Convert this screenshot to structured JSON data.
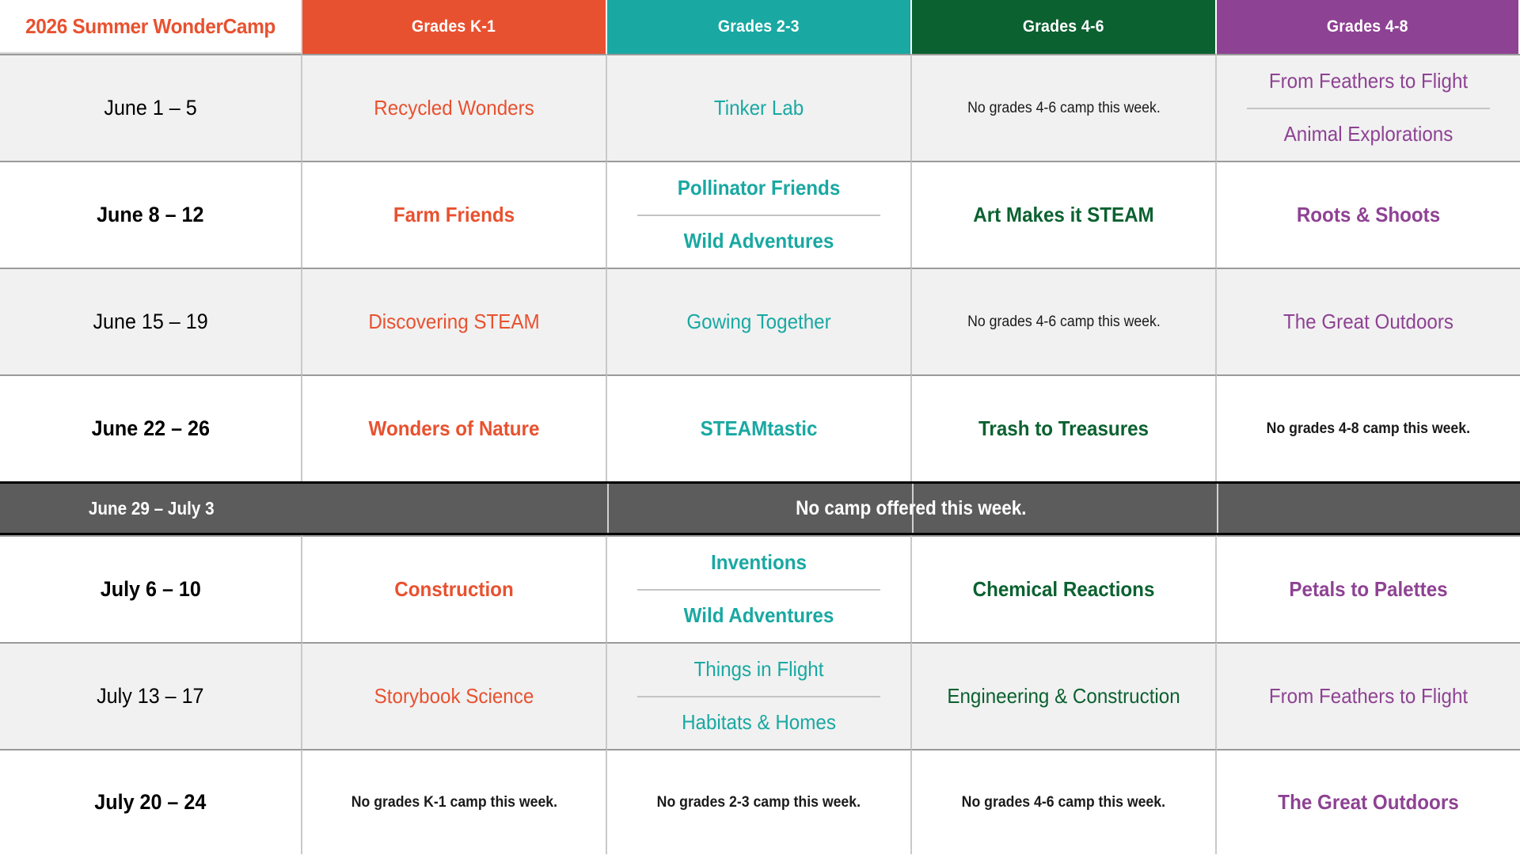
{
  "header": {
    "title": "2026 Summer WonderCamp",
    "title_color": "#E8512F",
    "columns": [
      {
        "label": "Grades K-1",
        "bg": "#E8512F",
        "text_color": "#E8512F"
      },
      {
        "label": "Grades 2-3",
        "bg": "#19A8A2",
        "text_color": "#19A8A2"
      },
      {
        "label": "Grades 4-6",
        "bg": "#0B6130",
        "text_color": "#0B6130"
      },
      {
        "label": "Grades 4-8",
        "bg": "#8E4293",
        "text_color": "#8E4293"
      }
    ]
  },
  "banner": {
    "week": "June 29 – July 3",
    "message": "No camp offered this week.",
    "bg": "#5C5C5C"
  },
  "rows": [
    {
      "week": "June 1 – 5",
      "shade": "grey",
      "cells": {
        "k1": {
          "kind": "course",
          "lines": [
            "Recycled Wonders"
          ]
        },
        "g23": {
          "kind": "course",
          "lines": [
            "Tinker Lab"
          ]
        },
        "g46": {
          "kind": "none",
          "lines": [
            "No grades 4-6 camp this week."
          ]
        },
        "g48": {
          "kind": "split",
          "lines": [
            "From Feathers to Flight",
            "Animal Explorations"
          ]
        }
      }
    },
    {
      "week": "June 8 – 12",
      "shade": "white",
      "cells": {
        "k1": {
          "kind": "course",
          "lines": [
            "Farm Friends"
          ]
        },
        "g23": {
          "kind": "split",
          "lines": [
            "Pollinator Friends",
            "Wild Adventures"
          ]
        },
        "g46": {
          "kind": "course",
          "lines": [
            "Art Makes it STEAM"
          ]
        },
        "g48": {
          "kind": "course",
          "lines": [
            "Roots & Shoots"
          ]
        }
      }
    },
    {
      "week": "June 15 – 19",
      "shade": "grey",
      "cells": {
        "k1": {
          "kind": "course",
          "lines": [
            "Discovering STEAM"
          ]
        },
        "g23": {
          "kind": "course",
          "lines": [
            "Gowing Together"
          ]
        },
        "g46": {
          "kind": "none",
          "lines": [
            "No grades 4-6 camp this week."
          ]
        },
        "g48": {
          "kind": "course",
          "lines": [
            "The Great Outdoors"
          ]
        }
      }
    },
    {
      "week": "June 22 – 26",
      "shade": "white",
      "cells": {
        "k1": {
          "kind": "course",
          "lines": [
            "Wonders of Nature"
          ]
        },
        "g23": {
          "kind": "course",
          "lines": [
            "STEAMtastic"
          ]
        },
        "g46": {
          "kind": "course",
          "lines": [
            "Trash to Treasures"
          ]
        },
        "g48": {
          "kind": "none",
          "lines": [
            "No grades 4-8 camp this week."
          ]
        }
      }
    },
    {
      "week": "July 6 – 10",
      "shade": "white",
      "cells": {
        "k1": {
          "kind": "course",
          "lines": [
            "Construction"
          ]
        },
        "g23": {
          "kind": "split",
          "lines": [
            "Inventions",
            "Wild Adventures"
          ]
        },
        "g46": {
          "kind": "course",
          "lines": [
            "Chemical Reactions"
          ]
        },
        "g48": {
          "kind": "course",
          "lines": [
            "Petals to Palettes"
          ]
        }
      }
    },
    {
      "week": "July 13 – 17",
      "shade": "grey",
      "cells": {
        "k1": {
          "kind": "course",
          "lines": [
            "Storybook Science"
          ]
        },
        "g23": {
          "kind": "split",
          "lines": [
            "Things in Flight",
            "Habitats & Homes"
          ]
        },
        "g46": {
          "kind": "course",
          "lines": [
            "Engineering & Construction"
          ]
        },
        "g48": {
          "kind": "course",
          "lines": [
            "From Feathers to Flight"
          ]
        }
      }
    },
    {
      "week": "July 20 – 24",
      "shade": "white",
      "cells": {
        "k1": {
          "kind": "none",
          "lines": [
            "No grades K-1 camp this week."
          ]
        },
        "g23": {
          "kind": "none",
          "lines": [
            "No grades 2-3 camp this week."
          ]
        },
        "g46": {
          "kind": "none",
          "lines": [
            "No grades 4-6 camp this week."
          ]
        },
        "g48": {
          "kind": "course",
          "lines": [
            "The Great Outdoors"
          ]
        }
      }
    }
  ]
}
